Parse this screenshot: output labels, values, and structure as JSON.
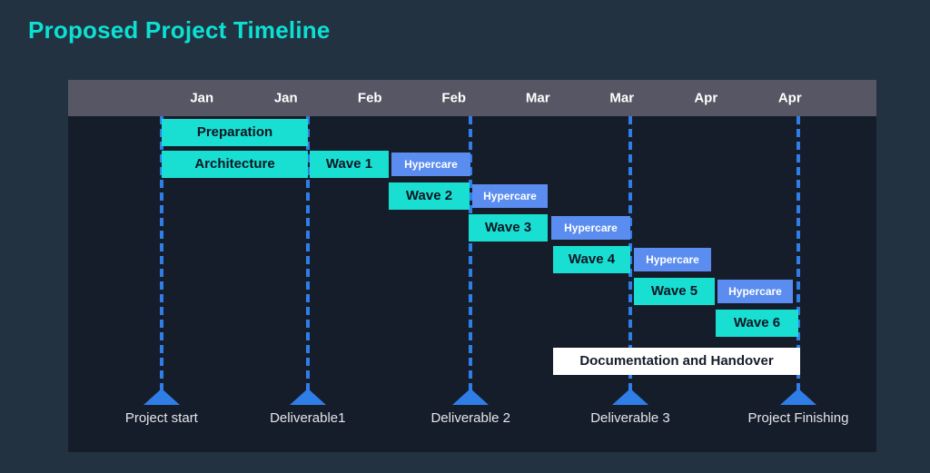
{
  "page": {
    "title": "Proposed Project Timeline"
  },
  "chart_data": {
    "type": "gantt",
    "title": "Proposed Project Timeline",
    "x_axis": {
      "unit": "month",
      "range": [
        1.0,
        4.8
      ],
      "labels": [
        "Jan",
        "Jan",
        "Feb",
        "Feb",
        "Mar",
        "Mar",
        "Apr",
        "Apr"
      ],
      "label_positions": [
        1.25,
        1.75,
        2.25,
        2.75,
        3.25,
        3.75,
        4.25,
        4.75
      ]
    },
    "tasks": [
      {
        "name": "Preparation",
        "kind": "task",
        "row": 0,
        "start": 1.01,
        "end": 1.88
      },
      {
        "name": "Architecture",
        "kind": "task",
        "row": 1,
        "start": 1.01,
        "end": 1.88
      },
      {
        "name": "Wave 1",
        "kind": "task",
        "row": 1,
        "start": 1.89,
        "end": 2.36
      },
      {
        "name": "Hypercare",
        "kind": "hypercare",
        "row": 1,
        "start": 2.38,
        "end": 2.85
      },
      {
        "name": "Wave 2",
        "kind": "task",
        "row": 2,
        "start": 2.36,
        "end": 2.84
      },
      {
        "name": "Hypercare",
        "kind": "hypercare",
        "row": 2,
        "start": 2.86,
        "end": 3.31
      },
      {
        "name": "Wave 3",
        "kind": "task",
        "row": 3,
        "start": 2.84,
        "end": 3.31
      },
      {
        "name": "Hypercare",
        "kind": "hypercare",
        "row": 3,
        "start": 3.33,
        "end": 3.8
      },
      {
        "name": "Wave 4",
        "kind": "task",
        "row": 4,
        "start": 3.34,
        "end": 3.8
      },
      {
        "name": "Hypercare",
        "kind": "hypercare",
        "row": 4,
        "start": 3.82,
        "end": 4.28
      },
      {
        "name": "Wave 5",
        "kind": "task",
        "row": 5,
        "start": 3.82,
        "end": 4.3
      },
      {
        "name": "Hypercare",
        "kind": "hypercare",
        "row": 5,
        "start": 4.32,
        "end": 4.77
      },
      {
        "name": "Wave 6",
        "kind": "task",
        "row": 6,
        "start": 4.31,
        "end": 4.8
      },
      {
        "name": "Documentation and Handover",
        "kind": "doc",
        "row": 7,
        "start": 3.34,
        "end": 4.81
      }
    ],
    "milestones": [
      {
        "name": "Project start",
        "at": 1.01
      },
      {
        "name": "Deliverable1",
        "at": 1.88
      },
      {
        "name": "Deliverable 2",
        "at": 2.85
      },
      {
        "name": "Deliverable 3",
        "at": 3.8
      },
      {
        "name": "Project Finishing",
        "at": 4.8
      }
    ],
    "colors": {
      "background": "#233240",
      "chart_bg": "#161d2a",
      "header_bg": "#565664",
      "title": "#0ce0d4",
      "task_fill": "#19dfd2",
      "task_text": "#0d1523",
      "hypercare_fill": "#5b8df0",
      "hypercare_text": "#ffffff",
      "doc_fill": "#ffffff",
      "doc_text": "#141c2c",
      "milestone": "#2f7ee8",
      "milestone_label_text": "#e3e5ea",
      "month_text": "#ffffff"
    },
    "legend": "none",
    "grid": "off"
  }
}
